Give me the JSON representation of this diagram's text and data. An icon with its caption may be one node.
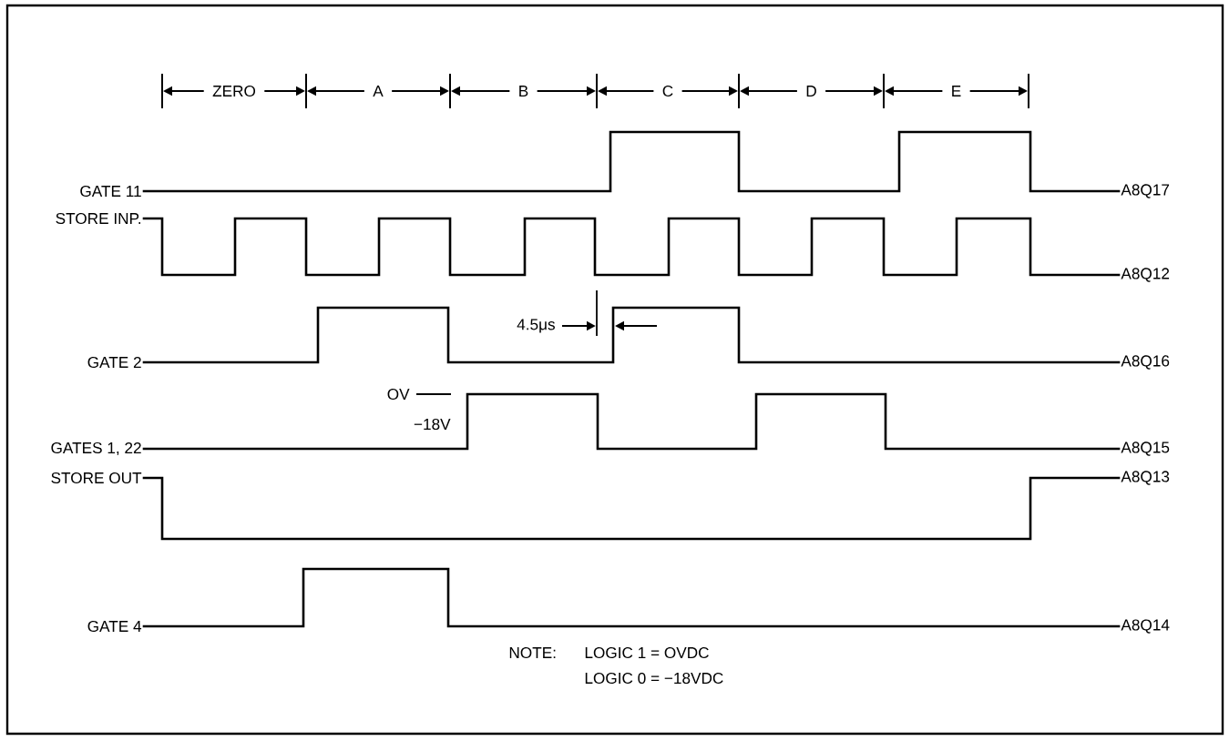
{
  "diagram": {
    "nodes": [
      {
        "text": [
          "GATE 11"
        ]
      },
      {
        "text": [
          "A8Q17"
        ]
      },
      {
        "text": [
          "STORE INP."
        ]
      },
      {
        "text": [
          "A8Q12"
        ]
      },
      {
        "text": [
          "GATE 2"
        ]
      },
      {
        "text": [
          "A8Q16"
        ]
      },
      {
        "text": [
          "GATES 1, 22"
        ]
      },
      {
        "text": [
          "A8Q15"
        ]
      },
      {
        "text": [
          "STORE OUT"
        ]
      },
      {
        "text": [
          "A8Q13"
        ]
      },
      {
        "text": [
          "GATE 4"
        ]
      },
      {
        "text": [
          "A8Q14"
        ]
      }
    ],
    "edges": [
      {
        "from": 0,
        "to": 1,
        "arrow": "none"
      },
      {
        "from": 2,
        "to": 3,
        "arrow": "none"
      },
      {
        "from": 4,
        "to": 5,
        "arrow": "none"
      },
      {
        "from": 6,
        "to": 7,
        "arrow": "none"
      },
      {
        "from": 8,
        "to": 9,
        "arrow": "none"
      },
      {
        "from": 10,
        "to": 11,
        "arrow": "none"
      }
    ],
    "labels": [
      "ZERO",
      "A",
      "B",
      "C",
      "D",
      "E",
      "4.5μs",
      "OV",
      "−18V",
      "NOTE:",
      "LOGIC 1 = OVDC",
      "LOGIC 0 = −18VDC"
    ]
  }
}
